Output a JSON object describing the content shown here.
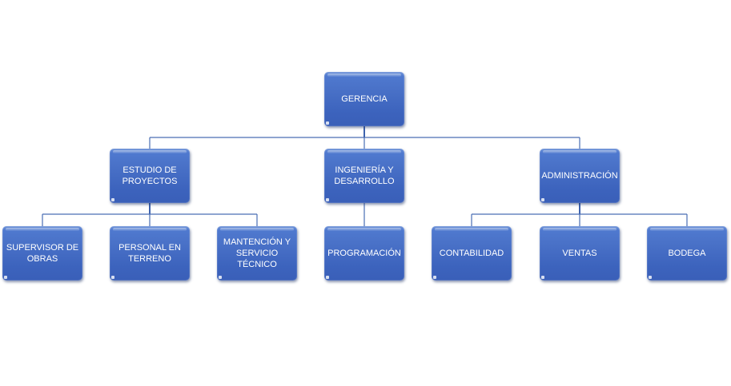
{
  "org_chart": {
    "title": "Organigrama",
    "colors": {
      "box": "#4a72c8",
      "box_dark": "#3a5fb8",
      "connector": "#4a6db3",
      "text": "#ffffff"
    },
    "root": {
      "id": "gerencia",
      "label": "GERENCIA"
    },
    "departments": [
      {
        "id": "estudio-de-proyectos",
        "label": "ESTUDIO DE PROYECTOS",
        "children": [
          {
            "id": "supervisor-de-obras",
            "label": "SUPERVISOR DE OBRAS"
          },
          {
            "id": "personal-en-terreno",
            "label": "PERSONAL EN TERRENO"
          },
          {
            "id": "mantencion-y-servicio-tecnico",
            "label": "MANTENCIÓN Y SERVICIO TÉCNICO"
          }
        ]
      },
      {
        "id": "ingenieria-y-desarrollo",
        "label": "INGENIERÍA Y DESARROLLO",
        "children": [
          {
            "id": "programacion",
            "label": "PROGRAMACIÓN"
          }
        ]
      },
      {
        "id": "administracion",
        "label": "ADMINISTRACIÓN",
        "children": [
          {
            "id": "contabilidad",
            "label": "CONTABILIDAD"
          },
          {
            "id": "ventas",
            "label": "VENTAS"
          },
          {
            "id": "bodega",
            "label": "BODEGA"
          }
        ]
      }
    ]
  }
}
